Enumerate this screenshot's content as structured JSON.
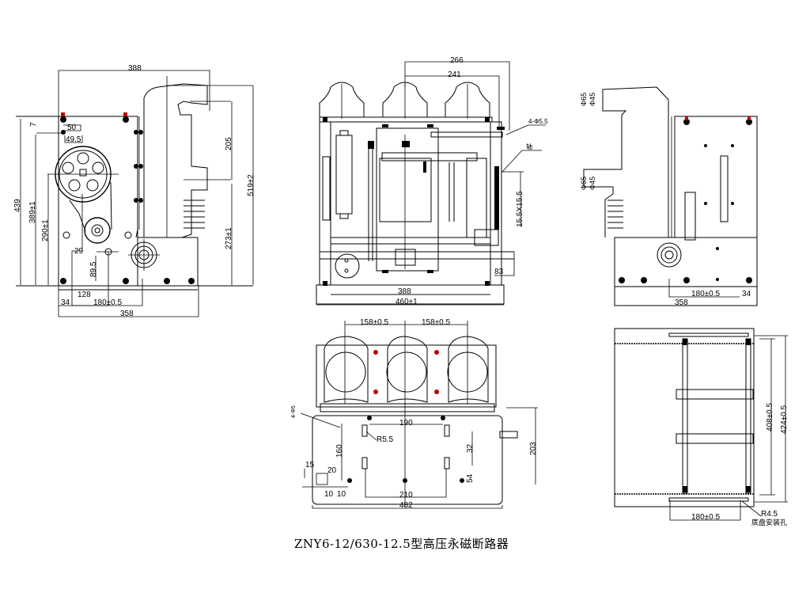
{
  "title": "ZNY6-12/630-12.5型高压永磁断路器",
  "views": {
    "side_left": {
      "dims": {
        "top_width": "388",
        "bottom_width": "358",
        "base_34": "34",
        "base_180": "180±0.5",
        "d128": "128",
        "d29": "29",
        "d89_5": "89.5",
        "d50": "50",
        "d49_5": "49.5",
        "d7": "7",
        "h439": "439",
        "h389": "389±1",
        "h290": "290±1",
        "h205": "205",
        "h273": "273±1",
        "h519": "519±2"
      }
    },
    "front": {
      "dims": {
        "w266": "266",
        "w241": "241",
        "w388": "388",
        "w460": "460±1",
        "w83": "83",
        "h15_5": "15.5X15.5",
        "note1": "4-Φ5.5",
        "note2": "轴"
      }
    },
    "side_right": {
      "dims": {
        "phi65_top": "Φ65",
        "phi45_top": "Φ45",
        "phi65_mid": "Φ65",
        "phi45_mid": "Φ45",
        "base_180": "180±0.5",
        "base_34": "34",
        "w358": "358"
      }
    },
    "top": {
      "dims": {
        "p1": "158±0.5",
        "p2": "158±0.5",
        "w190": "190",
        "r5_5": "R5.5",
        "h160": "160",
        "h32": "32",
        "h54": "54",
        "h203": "203",
        "w210": "210",
        "w482": "482",
        "d15": "15",
        "d20": "20",
        "d10a": "10",
        "d10b": "10",
        "note": "4-Φ5"
      }
    },
    "bottom": {
      "dims": {
        "h408": "408±0.5",
        "h424": "424±0.5",
        "w180": "180±0.5",
        "r4_5": "R4.5",
        "note": "底盘安装孔"
      }
    }
  }
}
